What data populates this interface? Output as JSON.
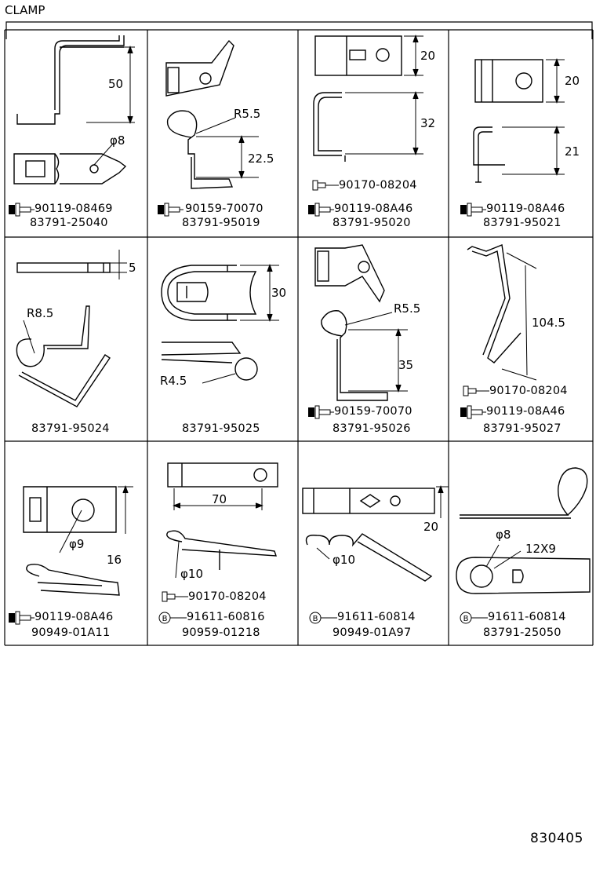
{
  "header": {
    "title": "CLAMP"
  },
  "footer": {
    "figure_number": "830405"
  },
  "cells": [
    {
      "part": "83791-25040",
      "hw": [
        {
          "icon": "bolt-washer-icon",
          "num": "90119-08469"
        }
      ],
      "dims": [
        "50",
        "φ8"
      ]
    },
    {
      "part": "83791-95019",
      "hw": [
        {
          "icon": "bolt-washer-icon",
          "num": "90159-70070"
        }
      ],
      "dims": [
        "R5.5",
        "22.5"
      ]
    },
    {
      "part": "83791-95020",
      "hw": [
        {
          "icon": "bolt-icon",
          "num": "90170-08204"
        },
        {
          "icon": "bolt-washer-icon",
          "num": "90119-08A46"
        }
      ],
      "dims": [
        "20",
        "32"
      ]
    },
    {
      "part": "83791-95021",
      "hw": [
        {
          "icon": "bolt-washer-icon",
          "num": "90119-08A46"
        }
      ],
      "dims": [
        "20",
        "21"
      ]
    },
    {
      "part": "83791-95024",
      "hw": [],
      "dims": [
        "5",
        "R8.5"
      ]
    },
    {
      "part": "83791-95025",
      "hw": [],
      "dims": [
        "30",
        "R4.5"
      ]
    },
    {
      "part": "83791-95026",
      "hw": [
        {
          "icon": "bolt-washer-icon",
          "num": "90159-70070"
        }
      ],
      "dims": [
        "R5.5",
        "35"
      ]
    },
    {
      "part": "83791-95027",
      "hw": [
        {
          "icon": "bolt-icon",
          "num": "90170-08204"
        },
        {
          "icon": "bolt-washer-icon",
          "num": "90119-08A46"
        }
      ],
      "dims": [
        "104.5"
      ]
    },
    {
      "part": "90949-01A11",
      "hw": [
        {
          "icon": "bolt-washer-icon",
          "num": "90119-08A46"
        }
      ],
      "dims": [
        "φ9",
        "16"
      ]
    },
    {
      "part": "90959-01218",
      "hw": [
        {
          "icon": "bolt-icon",
          "num": "90170-08204"
        },
        {
          "icon": "b-clip-icon",
          "num": "91611-60816"
        }
      ],
      "dims": [
        "70",
        "φ10"
      ]
    },
    {
      "part": "90949-01A97",
      "hw": [
        {
          "icon": "b-clip-icon",
          "num": "91611-60814"
        }
      ],
      "dims": [
        "20",
        "φ10"
      ]
    },
    {
      "part": "83791-25050",
      "hw": [
        {
          "icon": "b-clip-icon",
          "num": "91611-60814"
        }
      ],
      "dims": [
        "φ8",
        "12X9"
      ]
    }
  ]
}
